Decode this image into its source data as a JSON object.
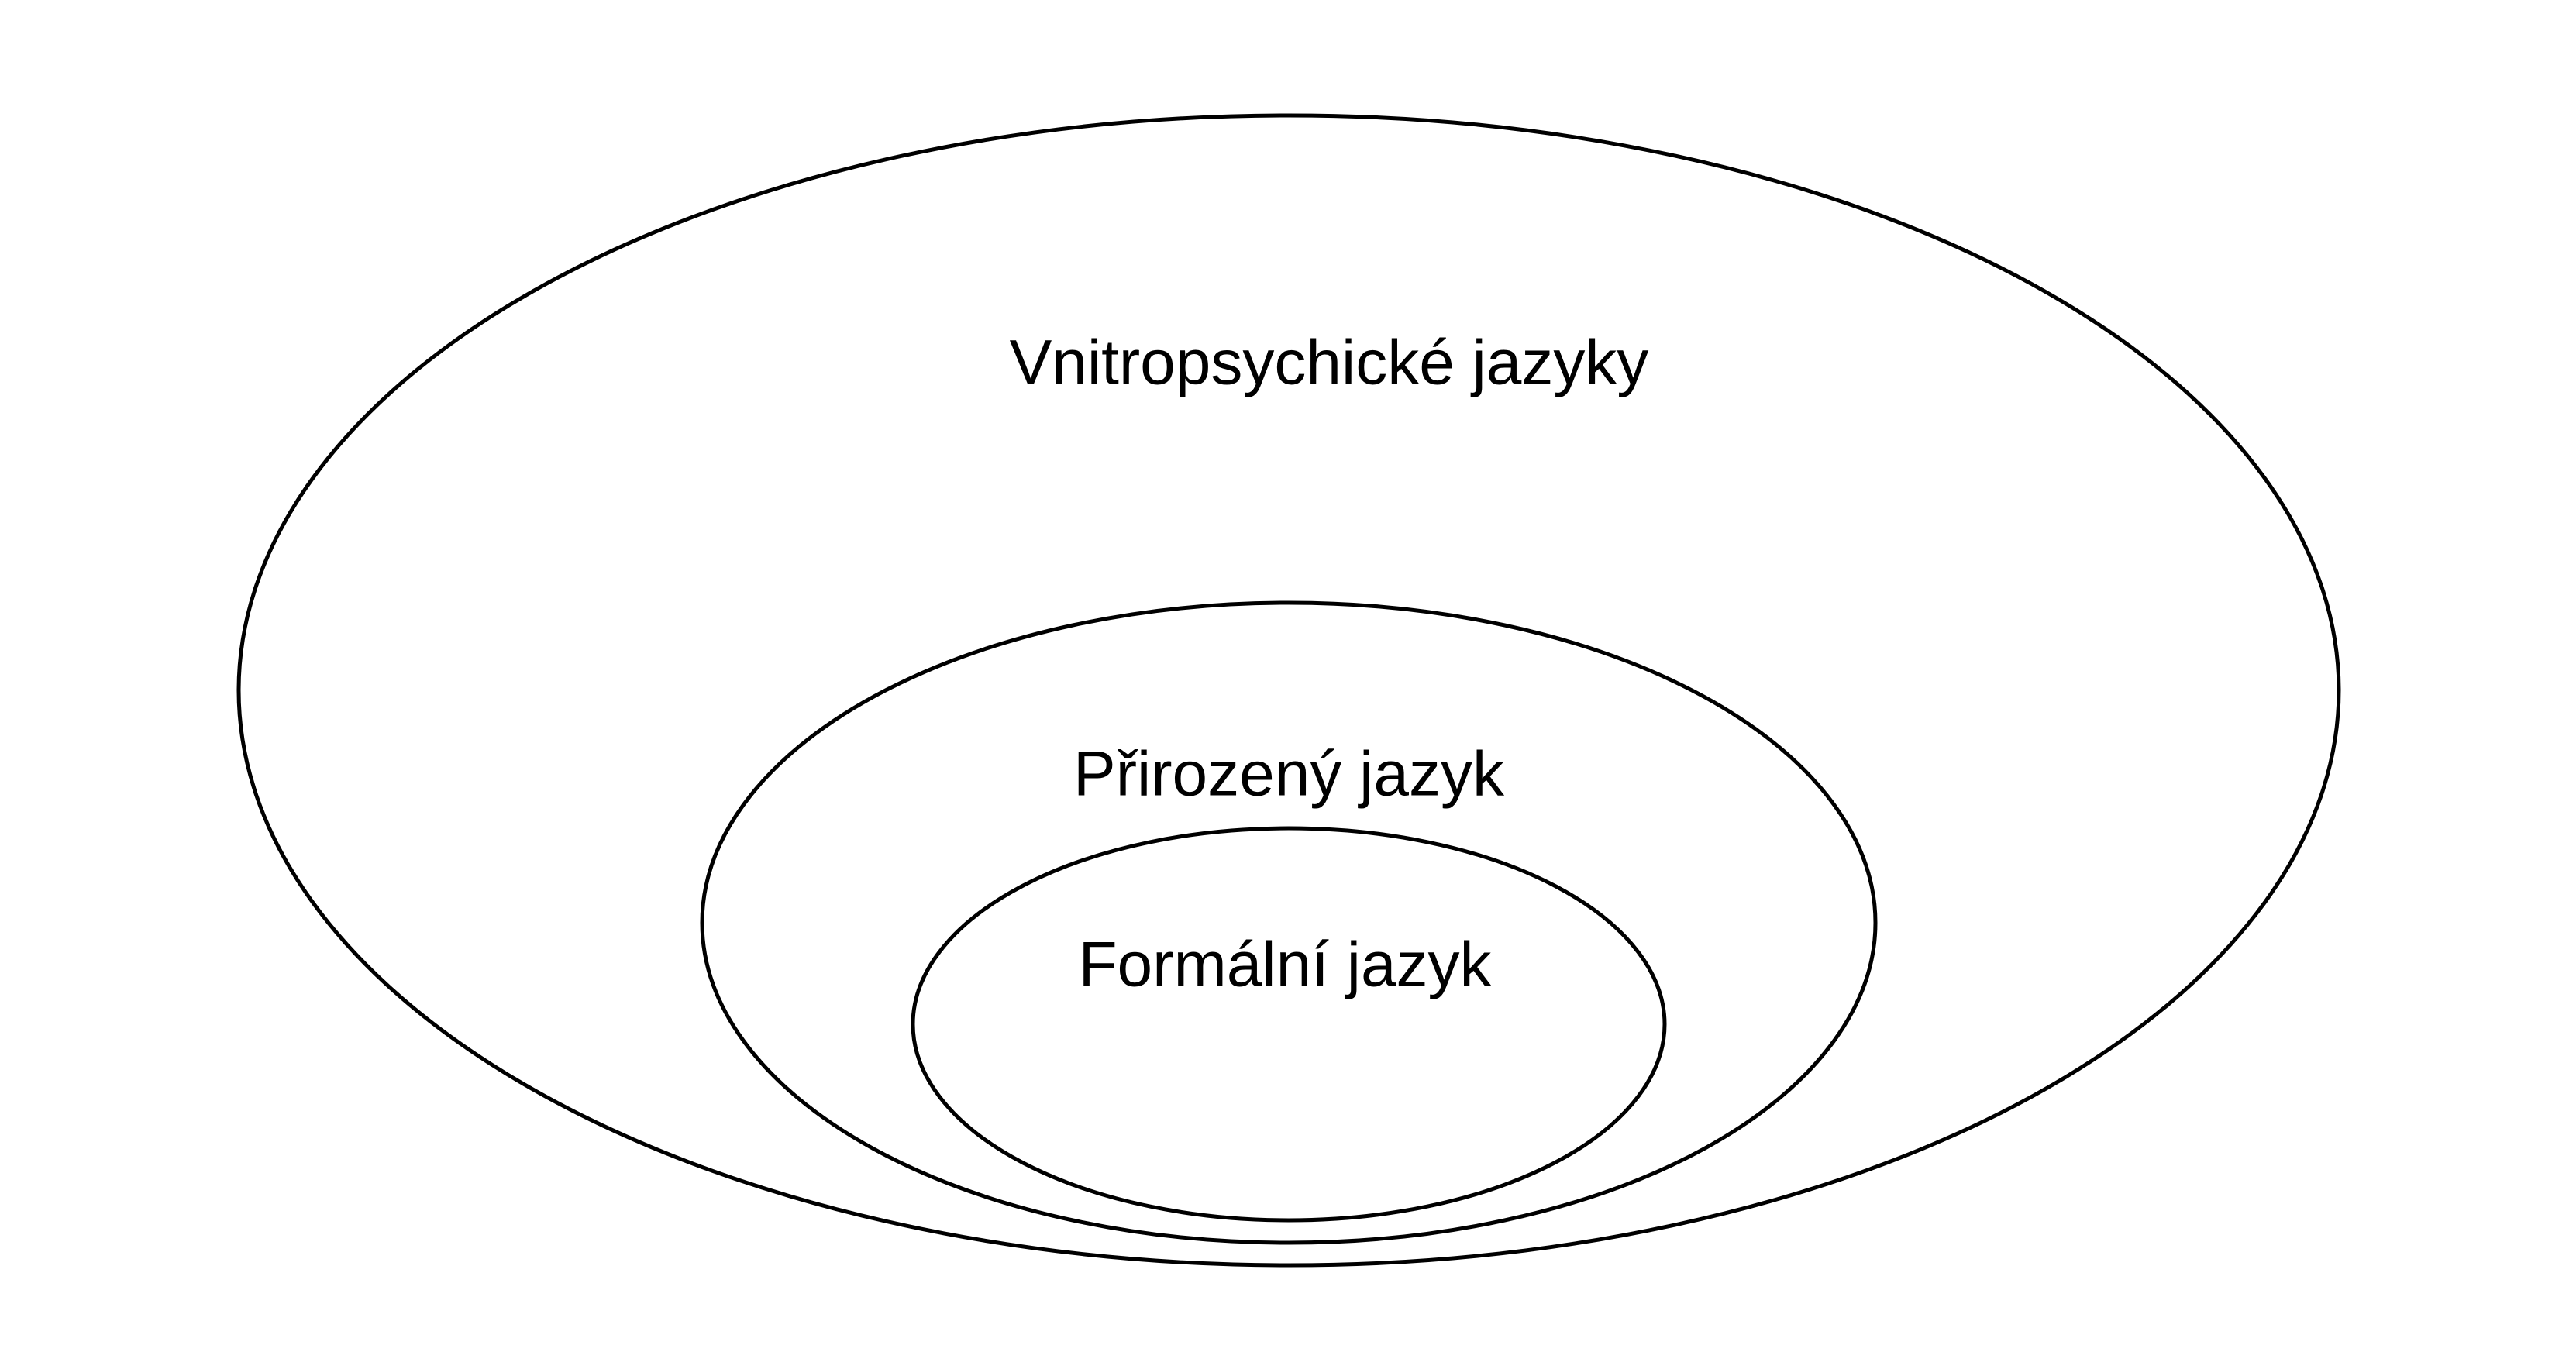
{
  "diagram": {
    "outer": {
      "label": "Vnitropsychické jazyky"
    },
    "middle": {
      "label": "Přirozený jazyk"
    },
    "inner": {
      "label": "Formální jazyk"
    },
    "stroke_color": "#000000",
    "background_color": "#ffffff"
  }
}
